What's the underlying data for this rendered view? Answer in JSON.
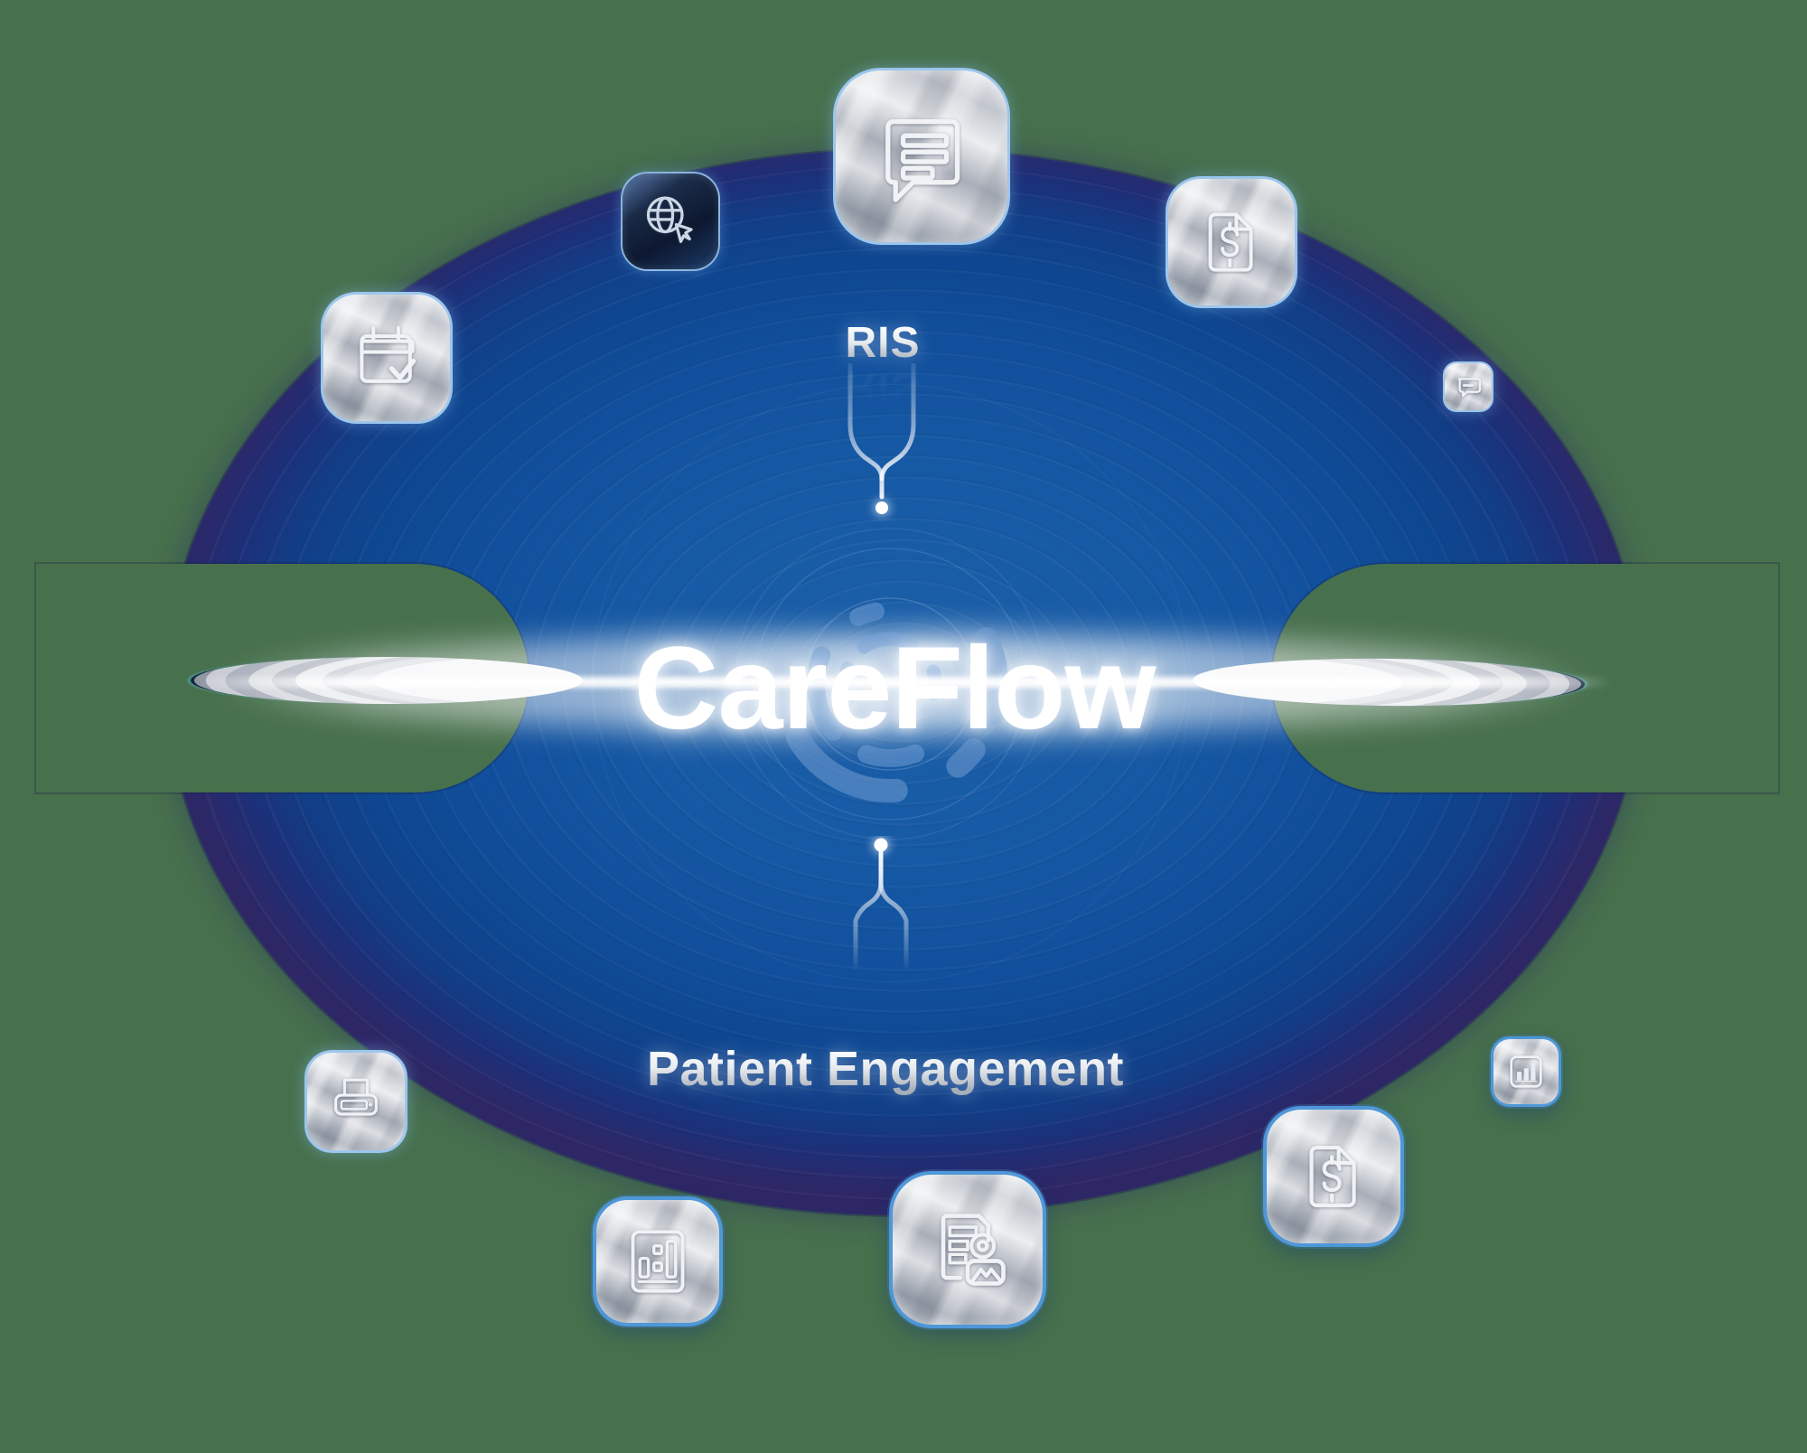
{
  "theme": {
    "background": "#47704d",
    "ellipse_blue": "#1457a1",
    "ellipse_rim": "#2b2d6e",
    "beam_white": "#ffffff",
    "tile_silver": "#c7cbd2",
    "tile_border_blue": "#5f9fd9",
    "swirl_blue": "#6e9ccf",
    "silver_text": "#c2c8d0"
  },
  "center": {
    "title": "CareFlow",
    "logo_icon": "careflow-swirl-logo"
  },
  "connections": {
    "top": {
      "label": "RIS"
    },
    "bottom": {
      "label": "Patient Engagement"
    }
  },
  "icons": [
    {
      "name": "chat-messages-icon",
      "position": "top-center"
    },
    {
      "name": "globe-portal-icon",
      "position": "upper-left"
    },
    {
      "name": "calendar-check-icon",
      "position": "left"
    },
    {
      "name": "invoice-dollar-icon",
      "position": "upper-right"
    },
    {
      "name": "speech-bubble-icon",
      "position": "right"
    },
    {
      "name": "mini-bar-chart-icon",
      "position": "lower-right"
    },
    {
      "name": "dollar-file-icon",
      "position": "bottom-right"
    },
    {
      "name": "patient-record-icon",
      "position": "bottom-center"
    },
    {
      "name": "bar-chart-panel-icon",
      "position": "bottom-center-left"
    },
    {
      "name": "printer-icon",
      "position": "bottom-left"
    }
  ]
}
